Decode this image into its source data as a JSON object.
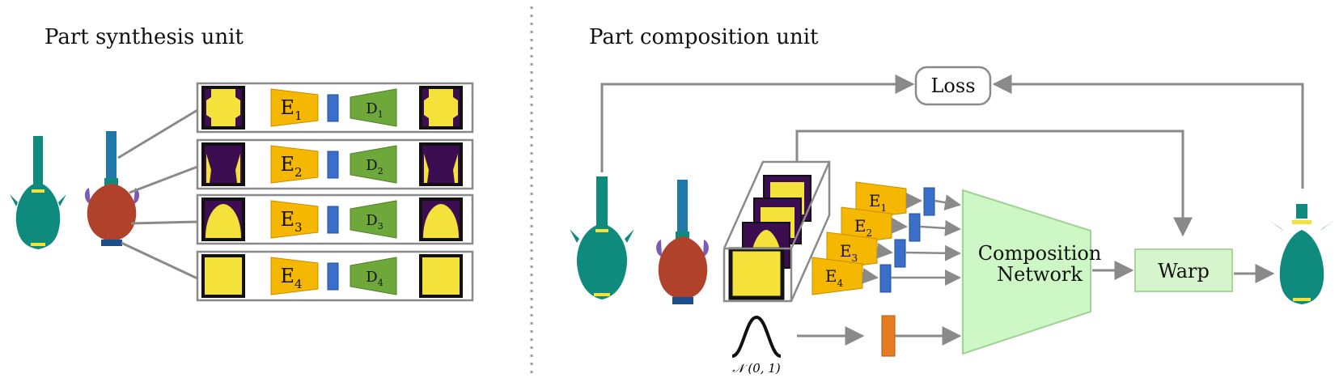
{
  "left_panel": {
    "title": "Part synthesis unit",
    "rows": [
      {
        "encoder": "E",
        "encoder_sub": "1",
        "decoder": "D",
        "decoder_sub": "1"
      },
      {
        "encoder": "E",
        "encoder_sub": "2",
        "decoder": "D",
        "decoder_sub": "2"
      },
      {
        "encoder": "E",
        "encoder_sub": "3",
        "decoder": "D",
        "decoder_sub": "3"
      },
      {
        "encoder": "E",
        "encoder_sub": "4",
        "decoder": "D",
        "decoder_sub": "4"
      }
    ]
  },
  "right_panel": {
    "title": "Part composition unit",
    "loss_label": "Loss",
    "encoders": [
      {
        "label": "E",
        "sub": "1"
      },
      {
        "label": "E",
        "sub": "2"
      },
      {
        "label": "E",
        "sub": "3"
      },
      {
        "label": "E",
        "sub": "4"
      }
    ],
    "network_label_line1": "Composition",
    "network_label_line2": "Network",
    "warp_label": "Warp",
    "noise_label": "𝒩 (0, 1)"
  },
  "colors": {
    "encoder": "#f5b700",
    "decoder": "#6fa83a",
    "latent": "#3a6fc9",
    "noise_latent": "#e67c22",
    "network": "#cdf7c4",
    "warp": "#d7f5cc",
    "teal": "#0f8b7e",
    "body_red": "#b0412b",
    "purple": "#3d0d52",
    "yellow": "#f4e23a",
    "arrow": "#8a8a8a"
  }
}
